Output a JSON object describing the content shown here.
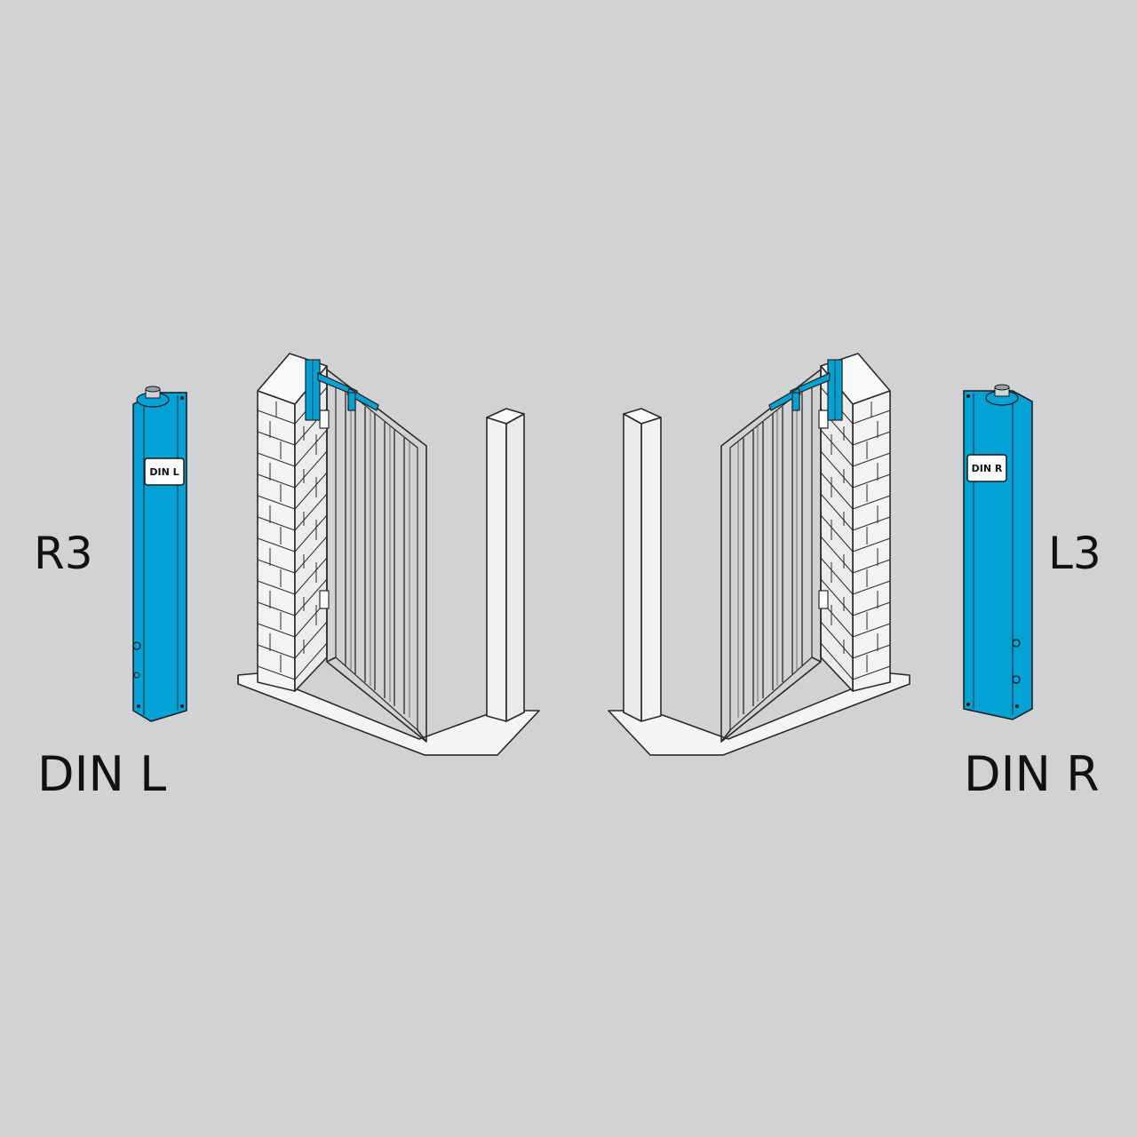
{
  "left_unit": {
    "orientation_label": "R3",
    "din_label": "DIN L",
    "plate_label": "DIN L",
    "color": "#04a1d4"
  },
  "right_unit": {
    "orientation_label": "L3",
    "din_label": "DIN R",
    "plate_label": "DIN R",
    "color": "#04a1d4"
  },
  "colors": {
    "background": "#d1d2d4",
    "outline": "#2a2a2a",
    "fill": "#f6f6f6",
    "closer": "#04a1d4"
  }
}
